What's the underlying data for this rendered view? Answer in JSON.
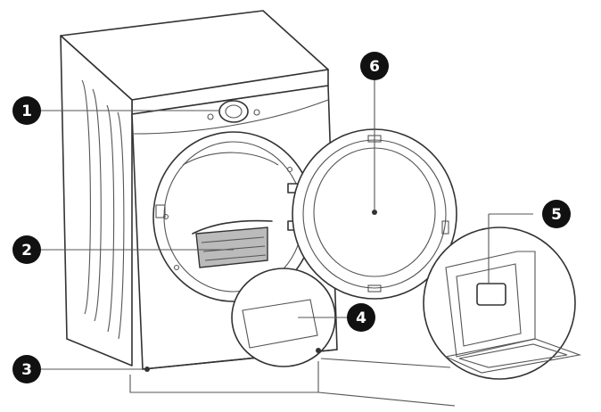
{
  "diagram": {
    "callouts": [
      {
        "id": "1",
        "label": "1"
      },
      {
        "id": "2",
        "label": "2"
      },
      {
        "id": "3",
        "label": "3"
      },
      {
        "id": "4",
        "label": "4"
      },
      {
        "id": "5",
        "label": "5"
      },
      {
        "id": "6",
        "label": "6"
      }
    ],
    "colors": {
      "line": "#333333",
      "marker": "#111111",
      "filter": "#bbbbbb"
    }
  }
}
